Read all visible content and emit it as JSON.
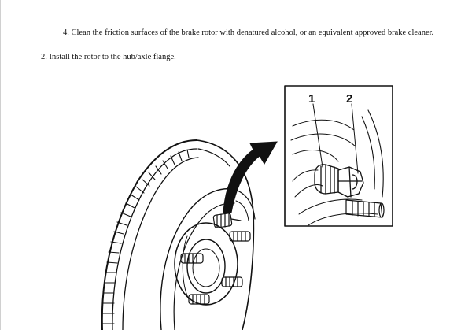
{
  "steps": {
    "step4": {
      "number": "4.",
      "text": "Clean the friction surfaces of the brake rotor with denatured alcohol, or an equivalent approved brake cleaner."
    },
    "step2": {
      "number": "2.",
      "text": "Install the rotor to the hub/axle flange."
    }
  },
  "figure": {
    "callouts": [
      "1",
      "2"
    ]
  }
}
